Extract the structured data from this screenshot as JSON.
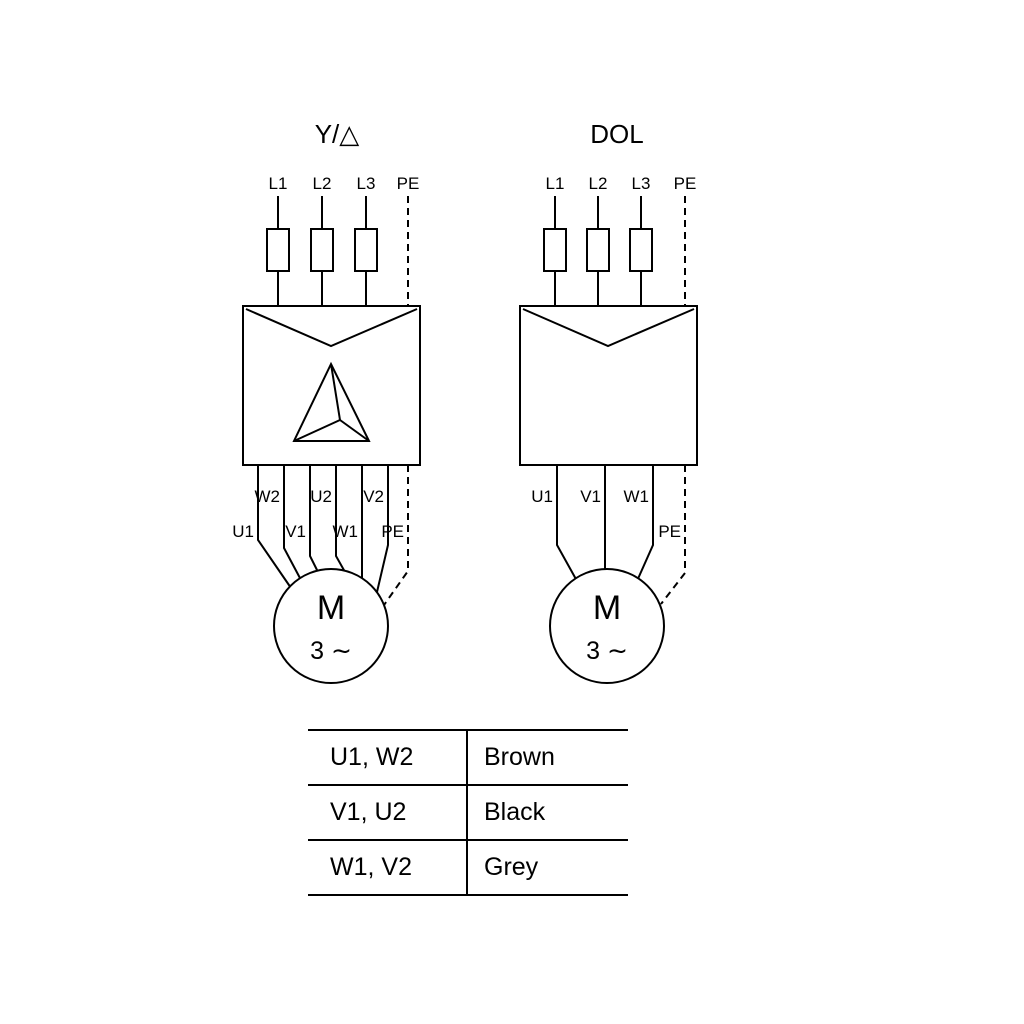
{
  "diagram": {
    "left": {
      "title": "Y/△",
      "inputs": [
        "L1",
        "L2",
        "L3",
        "PE"
      ],
      "outputs_upper": [
        "W2",
        "U2",
        "V2"
      ],
      "outputs_lower": [
        "U1",
        "V1",
        "W1",
        "PE"
      ],
      "motor_label": "M",
      "motor_phase": "3 ∼"
    },
    "right": {
      "title": "DOL",
      "inputs": [
        "L1",
        "L2",
        "L3",
        "PE"
      ],
      "outputs": [
        "U1",
        "V1",
        "W1",
        "PE"
      ],
      "motor_label": "M",
      "motor_phase": "3 ∼"
    }
  },
  "table": {
    "rows": [
      {
        "terminals": "U1, W2",
        "color": "Brown"
      },
      {
        "terminals": "V1, U2",
        "color": "Black"
      },
      {
        "terminals": "W1, V2",
        "color": "Grey"
      }
    ]
  },
  "colors": {
    "stroke": "#000000",
    "background": "#ffffff"
  }
}
